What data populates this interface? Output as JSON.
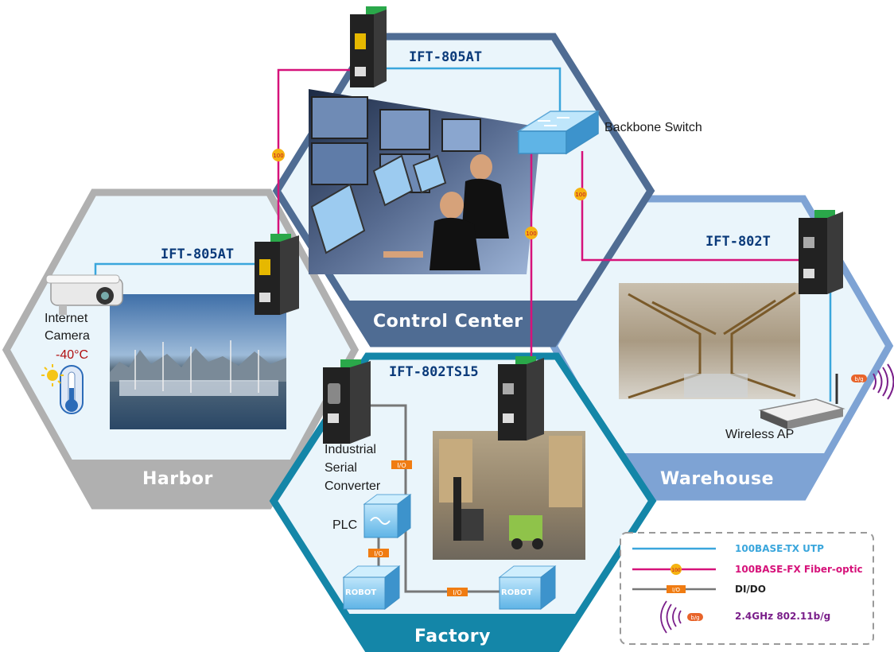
{
  "zones": {
    "control_center": "Control Center",
    "harbor": "Harbor",
    "warehouse": "Warehouse",
    "factory": "Factory"
  },
  "devices": {
    "control_center_converter": "IFT-805AT",
    "harbor_converter": "IFT-805AT",
    "warehouse_converter": "IFT-802T",
    "factory_converter": "IFT-802TS15",
    "backbone_switch": "Backbone Switch",
    "internet_camera": [
      "Internet",
      "Camera"
    ],
    "temperature": "-40°C",
    "wireless_ap": "Wireless AP",
    "serial_converter": [
      "Industrial",
      "Serial",
      "Converter"
    ],
    "plc": "PLC",
    "robot": "ROBOT"
  },
  "link_badges": {
    "fiber": "100",
    "io": "I/O",
    "wireless": "b/g"
  },
  "legend": [
    {
      "type": "utp",
      "label": "100BASE-TX UTP",
      "color": "#3aa6dc"
    },
    {
      "type": "fiber",
      "label": "100BASE-FX Fiber-optic",
      "color": "#d6127a"
    },
    {
      "type": "dido",
      "label": "DI/DO",
      "color": "#222222"
    },
    {
      "type": "wireless",
      "label": "2.4GHz 802.11b/g",
      "color": "#7a1f8a"
    }
  ],
  "colors": {
    "utp": "#3aa6dc",
    "fiber": "#d6127a",
    "io_line": "#777777",
    "control_center_border": "#4f6c93",
    "harbor_border": "#b0b0b0",
    "warehouse_border": "#7ea3d4",
    "factory_border": "#1486a8",
    "hex_fill": "#eaf5fb",
    "io_badge": "#f07c12",
    "fiber_badge": "#f5b312"
  }
}
